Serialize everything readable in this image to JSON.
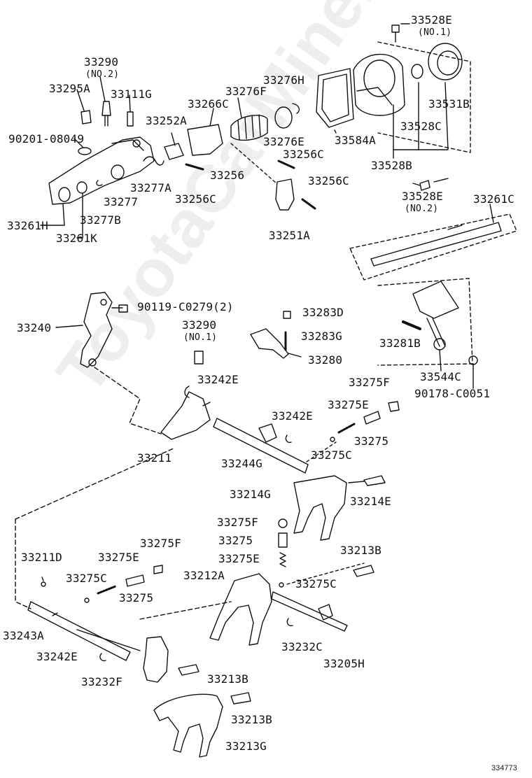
{
  "diagram_code": "334773",
  "watermark": "ToyotaCarMine.ru",
  "colors": {
    "line": "#111111",
    "part_fill": "#ffffff",
    "shade": "#444444"
  },
  "labels": {
    "p33528E_top": "33528E",
    "no1_top": "(NO.1)",
    "p33290_top": "33290",
    "no2_top": "(NO.2)",
    "p33276H": "33276H",
    "p33295A": "33295A",
    "p33111G": "33111G",
    "p33276F": "33276F",
    "p33266C": "33266C",
    "p33531B": "33531B",
    "p33252A": "33252A",
    "p33528C": "33528C",
    "p90201": "90201-08049",
    "p33276E_top": "33276E",
    "p33584A": "33584A",
    "p33256C_a": "33256C",
    "p33528B": "33528B",
    "p33256": "33256",
    "p33256C_b": "33256C",
    "p33277A": "33277A",
    "p33277": "33277",
    "p33256C_c": "33256C",
    "p33528E_bot": "33528E",
    "no2_bot": "(NO.2)",
    "p33261C": "33261C",
    "p33261H": "33261H",
    "p33277B": "33277B",
    "p33261K": "33261K",
    "p33251A": "33251A",
    "p90119": "90119-C0279(2)",
    "p33240": "33240",
    "p33283D": "33283D",
    "p33290_mid": "33290",
    "no1_mid": "(NO.1)",
    "p33283G": "33283G",
    "p33281B": "33281B",
    "p33280": "33280",
    "p33544C": "33544C",
    "p90178": "90178-C0051",
    "p33242E_a": "33242E",
    "p33275F_top": "33275F",
    "p33275E_top": "33275E",
    "p33242E_b": "33242E",
    "p33275_top": "33275",
    "p33211": "33211",
    "p33275C_top": "33275C",
    "p33244G": "33244G",
    "p33214G": "33214G",
    "p33214E": "33214E",
    "p33275F_mid": "33275F",
    "p33275_mid": "33275",
    "p33275F_left": "33275F",
    "p33213B_a": "33213B",
    "p33211D": "33211D",
    "p33275E_mid": "33275E",
    "p33275E_left": "33275E",
    "p33212A": "33212A",
    "p33275C_mid": "33275C",
    "p33275C_left": "33275C",
    "p33275_left": "33275",
    "p33243A": "33243A",
    "p33232C": "33232C",
    "p33242E_c": "33242E",
    "p33205H": "33205H",
    "p33213B_b": "33213B",
    "p33232F": "33232F",
    "p33213B_c": "33213B",
    "p33213G": "33213G"
  }
}
